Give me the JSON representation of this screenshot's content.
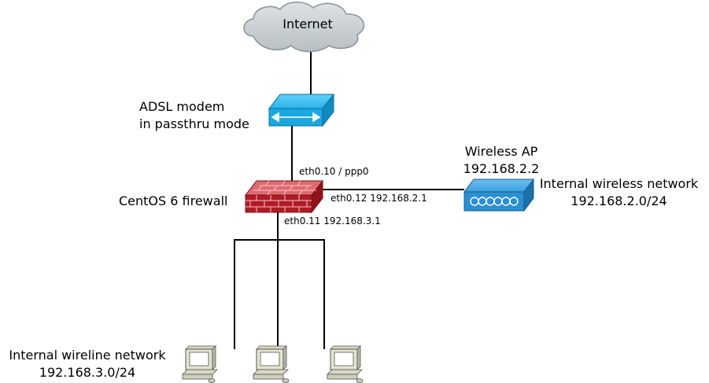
{
  "internet": {
    "label": "Internet"
  },
  "modem": {
    "label_line1": "ADSL modem",
    "label_line2": "in passthru mode"
  },
  "firewall": {
    "label": "CentOS 6 firewall"
  },
  "interfaces": {
    "wan": "eth0.10 / ppp0",
    "wireless": "eth0.12 192.168.2.1",
    "wireline": "eth0.11 192.168.3.1"
  },
  "wireless_ap": {
    "label": "Wireless AP",
    "ip": "192.168.2.2"
  },
  "wireless_network": {
    "label": "Internal wireless network",
    "subnet": "192.168.2.0/24"
  },
  "wireline_network": {
    "label": "Internal wireline network",
    "subnet": "192.168.3.0/24"
  },
  "colors": {
    "cloud": "#c9d0d3",
    "modem": "#1aa8e0",
    "wireless_ap": "#2a8fd0",
    "firewall_brick": "#b01c26",
    "line": "#000000"
  }
}
